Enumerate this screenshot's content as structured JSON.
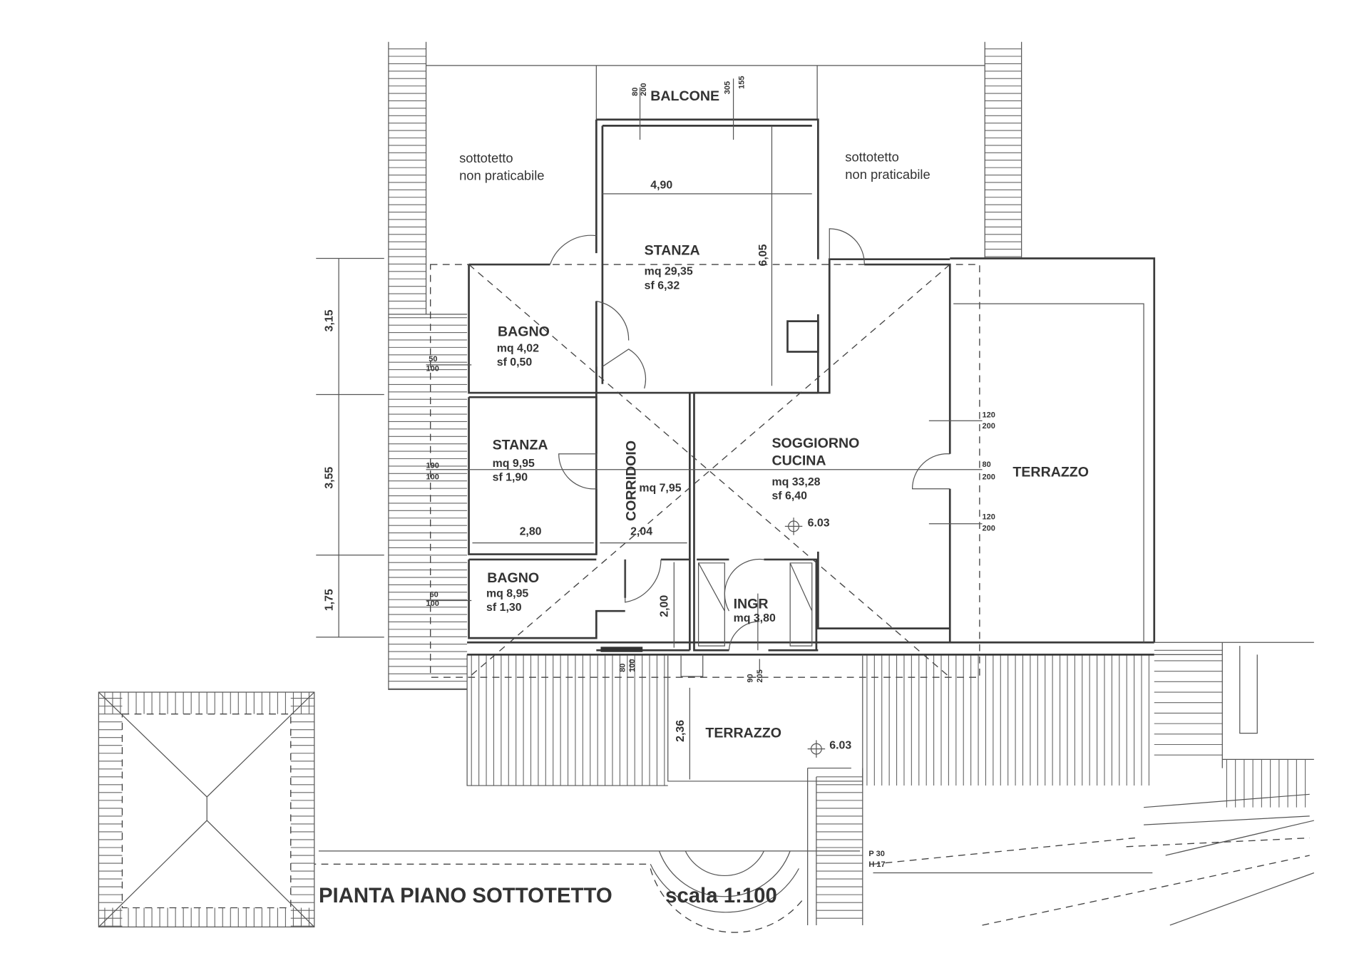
{
  "title": "PIANTA PIANO SOTTOTETTO",
  "scale": "scala 1:100",
  "balcone": {
    "label": "BALCONE",
    "w1": "80",
    "w1b": "200",
    "w2": "305",
    "w2b": "155"
  },
  "attic_left": {
    "l1": "sottotetto",
    "l2": "non praticabile"
  },
  "attic_right": {
    "l1": "sottotetto",
    "l2": "non praticabile"
  },
  "stanza_main": {
    "name": "STANZA",
    "mq": "mq  29,35",
    "sf": "sf  6,32",
    "width": "4,90",
    "depth": "6,05"
  },
  "bagno1": {
    "name": "BAGNO",
    "mq": "mq  4,02",
    "sf": "sf  0,50",
    "win_a": "50",
    "win_b": "100"
  },
  "stanza2": {
    "name": "STANZA",
    "mq": "mq  9,95",
    "sf": "sf  1,90",
    "win_a": "190",
    "win_b": "100",
    "width": "2,80"
  },
  "corridoio": {
    "name": "CORRIDOIO",
    "mq": "mq 7,95",
    "width": "2,04"
  },
  "bagno2": {
    "name": "BAGNO",
    "mq": "mq  8,95",
    "sf": "sf 1,30",
    "win_a": "60",
    "win_b": "100",
    "depth": "2,00",
    "door_a": "80",
    "door_b": "100"
  },
  "soggiorno": {
    "name1": "SOGGIORNO",
    "name2": "CUCINA",
    "mq": "mq  33,28",
    "sf": "sf  6,40",
    "elev": "6.03",
    "win1_a": "120",
    "win1_b": "200",
    "win2_a": "80",
    "win2_b": "200",
    "win3_a": "120",
    "win3_b": "200"
  },
  "ingresso": {
    "name": "INGR",
    "mq": "mq  3,80",
    "door_a": "90",
    "door_b": "205"
  },
  "terrazzo_right": {
    "name": "TERRAZZO"
  },
  "terrazzo_bottom": {
    "name": "TERRAZZO",
    "depth": "2,36",
    "elev": "6.03"
  },
  "left_dims": [
    "3,15",
    "3,55",
    "1,75"
  ],
  "stair": {
    "p": "P  30",
    "h": "H  17"
  }
}
